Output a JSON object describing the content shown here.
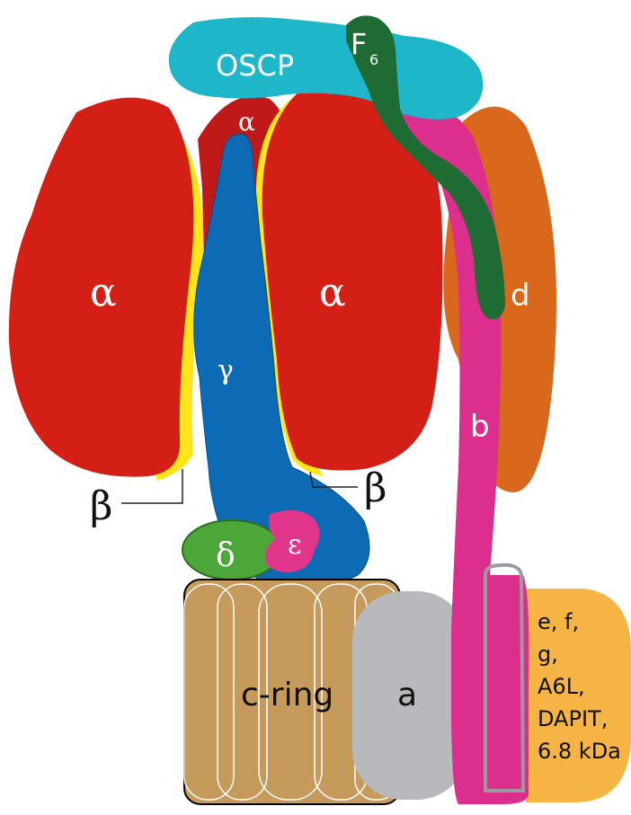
{
  "labels": {
    "oscp": "OSCP",
    "f6_base": "F",
    "f6_sub": "6",
    "alpha_top": "α",
    "alpha_left": "α",
    "alpha_right": "α",
    "gamma": "γ",
    "beta_left": "β",
    "beta_right": "β",
    "delta": "δ",
    "epsilon": "ε",
    "d": "d",
    "b": "b",
    "c_ring": "c-ring",
    "a": "a",
    "small_subunits": [
      "e, f,",
      "g,",
      "A6L,",
      "DAPIT,",
      "6.8 kDa"
    ]
  },
  "colors": {
    "alpha": "#d41f16",
    "alpha_back": "#c0191a",
    "beta_rim": "#ffe51a",
    "gamma": "#0d6ab4",
    "oscp": "#1eb6c9",
    "f6": "#1f6b34",
    "b": "#dc2e8c",
    "d": "#d9681c",
    "delta": "#4ca638",
    "epsilon": "#e0358a",
    "c_ring": "#c59a5a",
    "a": "#b8b9bc",
    "small_subunits": "#f5b444"
  }
}
